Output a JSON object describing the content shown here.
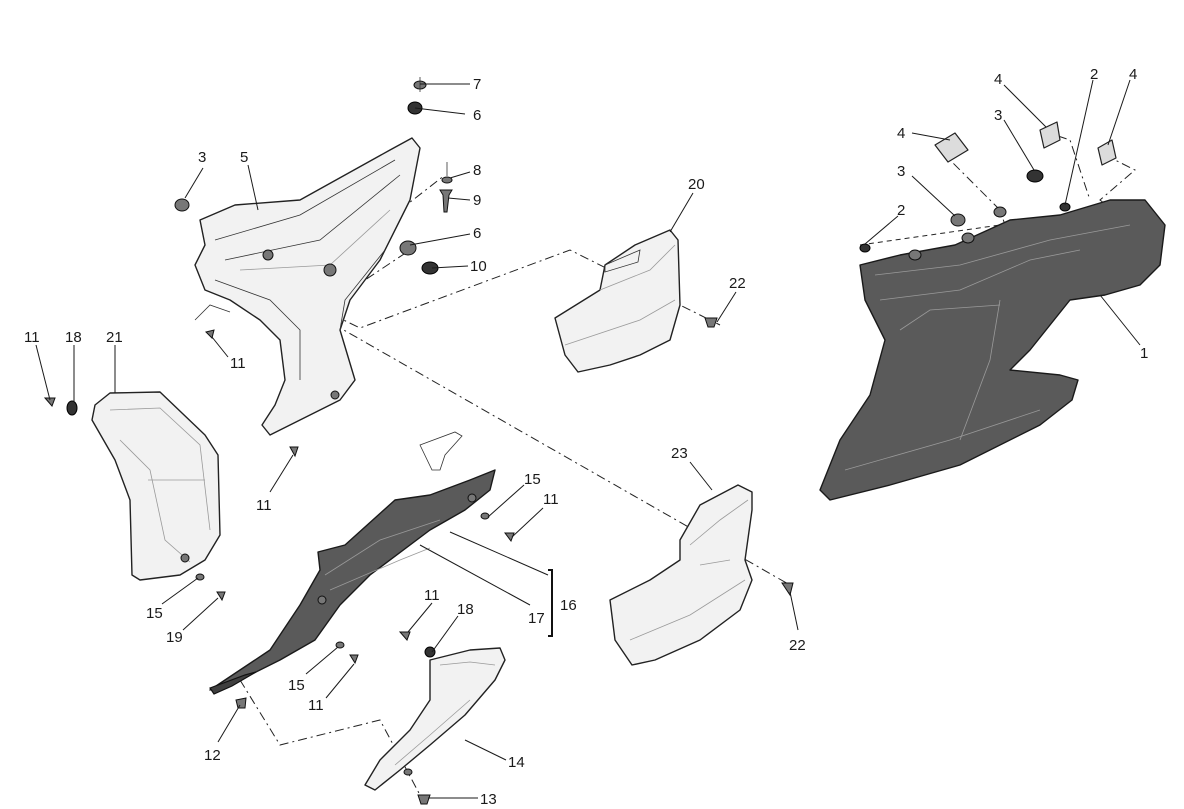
{
  "callouts": {
    "c7": "7",
    "c6a": "6",
    "c8": "8",
    "c9": "9",
    "c6b": "6",
    "c10": "10",
    "c3a": "3",
    "c5": "5",
    "c11a": "11",
    "c18a": "18",
    "c21": "21",
    "c11b": "11",
    "c11c": "11",
    "c15a": "15",
    "c19": "19",
    "c20": "20",
    "c22a": "22",
    "c23": "23",
    "c22b": "22",
    "c15b": "15",
    "c11d": "11",
    "c17": "17",
    "c16": "16",
    "c11e": "11",
    "c18b": "18",
    "c15c": "15",
    "c11f": "11",
    "c12": "12",
    "c14": "14",
    "c13": "13",
    "c4a": "4",
    "c2a": "2",
    "c4b": "4",
    "c4c": "4",
    "c3b": "3",
    "c3c": "3",
    "c2b": "2",
    "c1": "1"
  }
}
